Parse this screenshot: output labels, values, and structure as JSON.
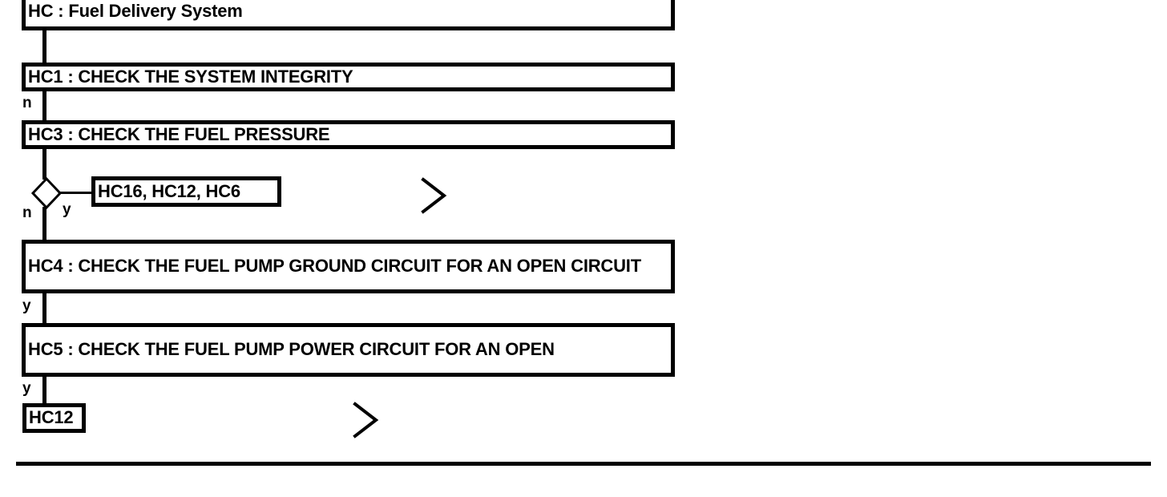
{
  "diagram": {
    "type": "flowchart",
    "title": "HC : Fuel Delivery System",
    "nodes": [
      {
        "id": "HC",
        "label": "HC : Fuel Delivery System",
        "kind": "title-box"
      },
      {
        "id": "HC1",
        "label": "HC1 : CHECK THE SYSTEM INTEGRITY",
        "kind": "process"
      },
      {
        "id": "HC3",
        "label": "HC3 : CHECK THE FUEL PRESSURE",
        "kind": "process"
      },
      {
        "id": "HC4",
        "label": "HC4 : CHECK THE FUEL PUMP GROUND CIRCUIT FOR AN OPEN CIRCUIT",
        "kind": "process"
      },
      {
        "id": "HC5",
        "label": "HC5 : CHECK THE FUEL PUMP POWER CIRCUIT FOR AN OPEN",
        "kind": "process"
      },
      {
        "id": "HC16_HC12_HC6",
        "label": "HC16, HC12, HC6",
        "kind": "reference"
      },
      {
        "id": "HC12",
        "label": "HC12",
        "kind": "reference"
      }
    ],
    "branch_labels": {
      "hc1_to_hc3": "n",
      "decision_no": "n",
      "decision_yes": "y",
      "hc4_to_hc5": "y",
      "hc5_to_hc12": "y"
    },
    "markers": {
      "chevron_glyph": ">",
      "chevron_count": 2
    },
    "colors": {
      "stroke": "#000000",
      "fill": "#ffffff",
      "text": "#000000"
    }
  }
}
